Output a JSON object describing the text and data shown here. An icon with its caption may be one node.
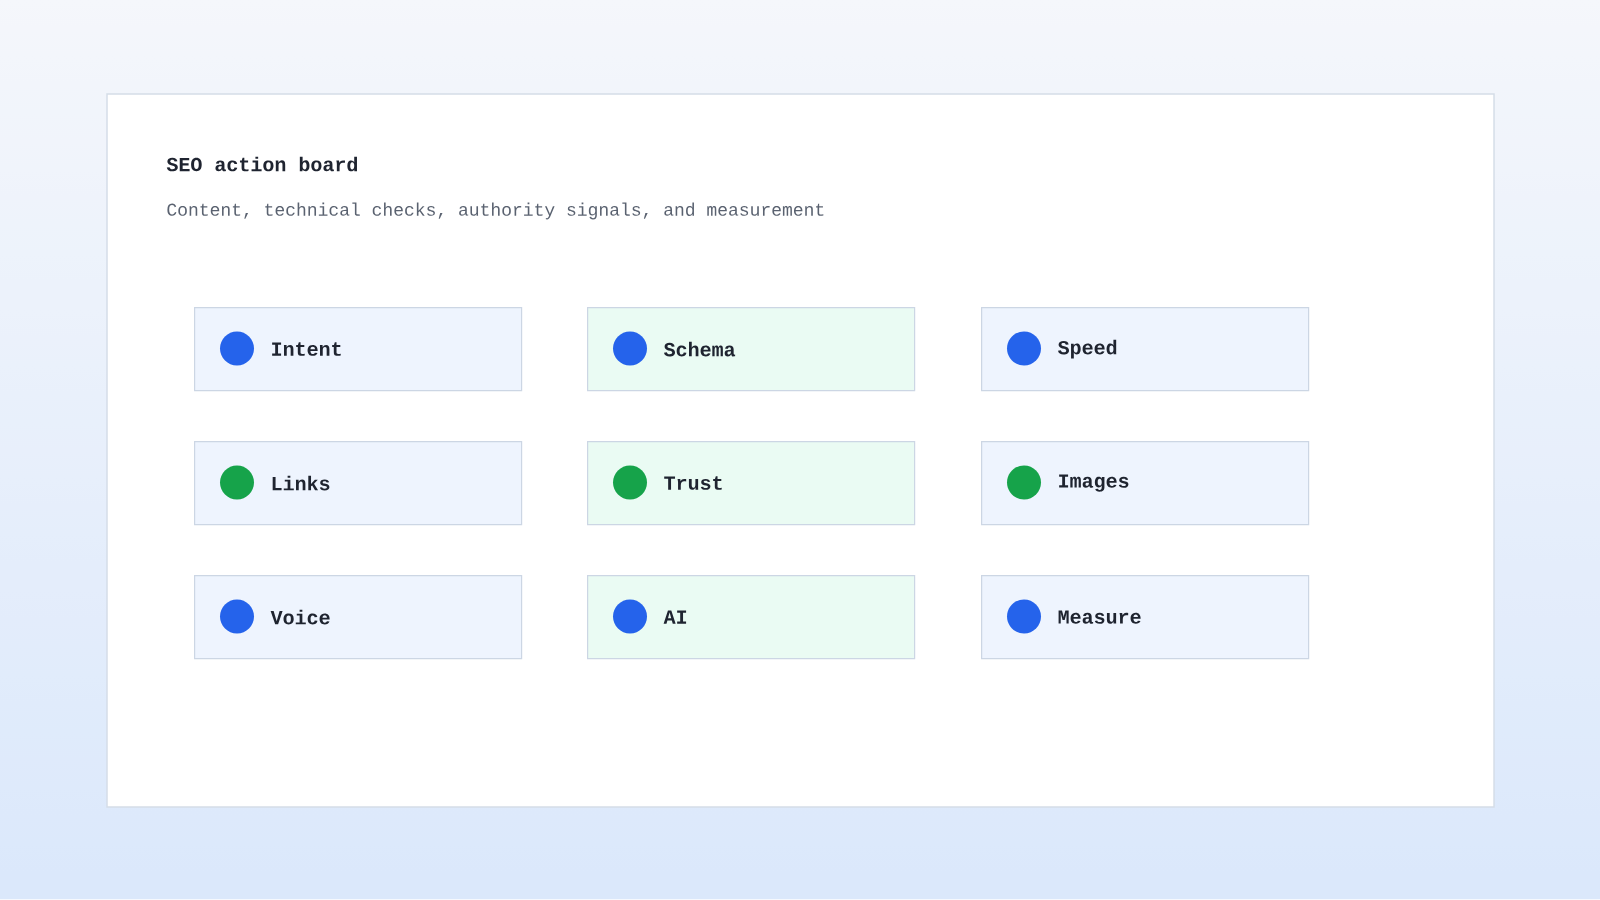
{
  "diagram": {
    "title": "SEO action board",
    "nodes": [
      {
        "text": [
          "Intent"
        ]
      },
      {
        "text": [
          "Schema"
        ]
      },
      {
        "text": [
          "Speed"
        ]
      },
      {
        "text": [
          "Links"
        ]
      },
      {
        "text": [
          "Trust"
        ]
      },
      {
        "text": [
          "Images"
        ]
      },
      {
        "text": [
          "Voice"
        ]
      },
      {
        "text": [
          "AI"
        ]
      },
      {
        "text": [
          "Measure"
        ]
      }
    ],
    "labels": [
      "Content, technical checks, authority signals, and measurement"
    ]
  }
}
